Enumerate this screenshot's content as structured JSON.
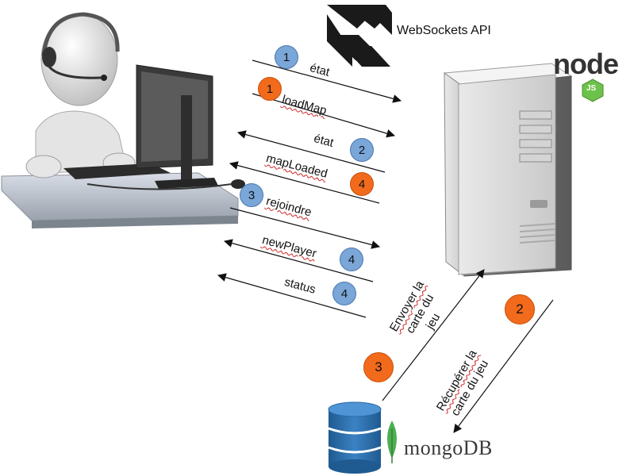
{
  "logos": {
    "websockets_label": "WebSockets API",
    "node_text": "node",
    "node_js_badge": "JS",
    "mongo_text": "mongoDB"
  },
  "messages": [
    {
      "label": "état",
      "badge": "1",
      "badge_color": "blue"
    },
    {
      "label": "loadMap",
      "badge": "1",
      "badge_color": "orange"
    },
    {
      "label": "état",
      "badge": "2",
      "badge_color": "blue"
    },
    {
      "label": "mapLoaded",
      "badge": "4",
      "badge_color": "orange"
    },
    {
      "label": "rejoindre",
      "badge": "3",
      "badge_color": "blue"
    },
    {
      "label": "newPlayer",
      "badge": "4",
      "badge_color": "blue"
    },
    {
      "label": "status",
      "badge": "4",
      "badge_color": "blue"
    }
  ],
  "db_links": {
    "send_label_line1": "Envoyer la",
    "send_label_line2": "carte du",
    "send_label_line3": "jeu",
    "send_badge": "3",
    "fetch_label_line1": "Récupérer la",
    "fetch_label_line2": "carte du jeu",
    "fetch_badge": "2"
  },
  "colors": {
    "blue_badge": "#7aa6d8",
    "orange_badge": "#f26a1b",
    "db_blue": "#2e6da4",
    "mongo_leaf": "#4caf50",
    "node_green": "#6cc24a"
  }
}
